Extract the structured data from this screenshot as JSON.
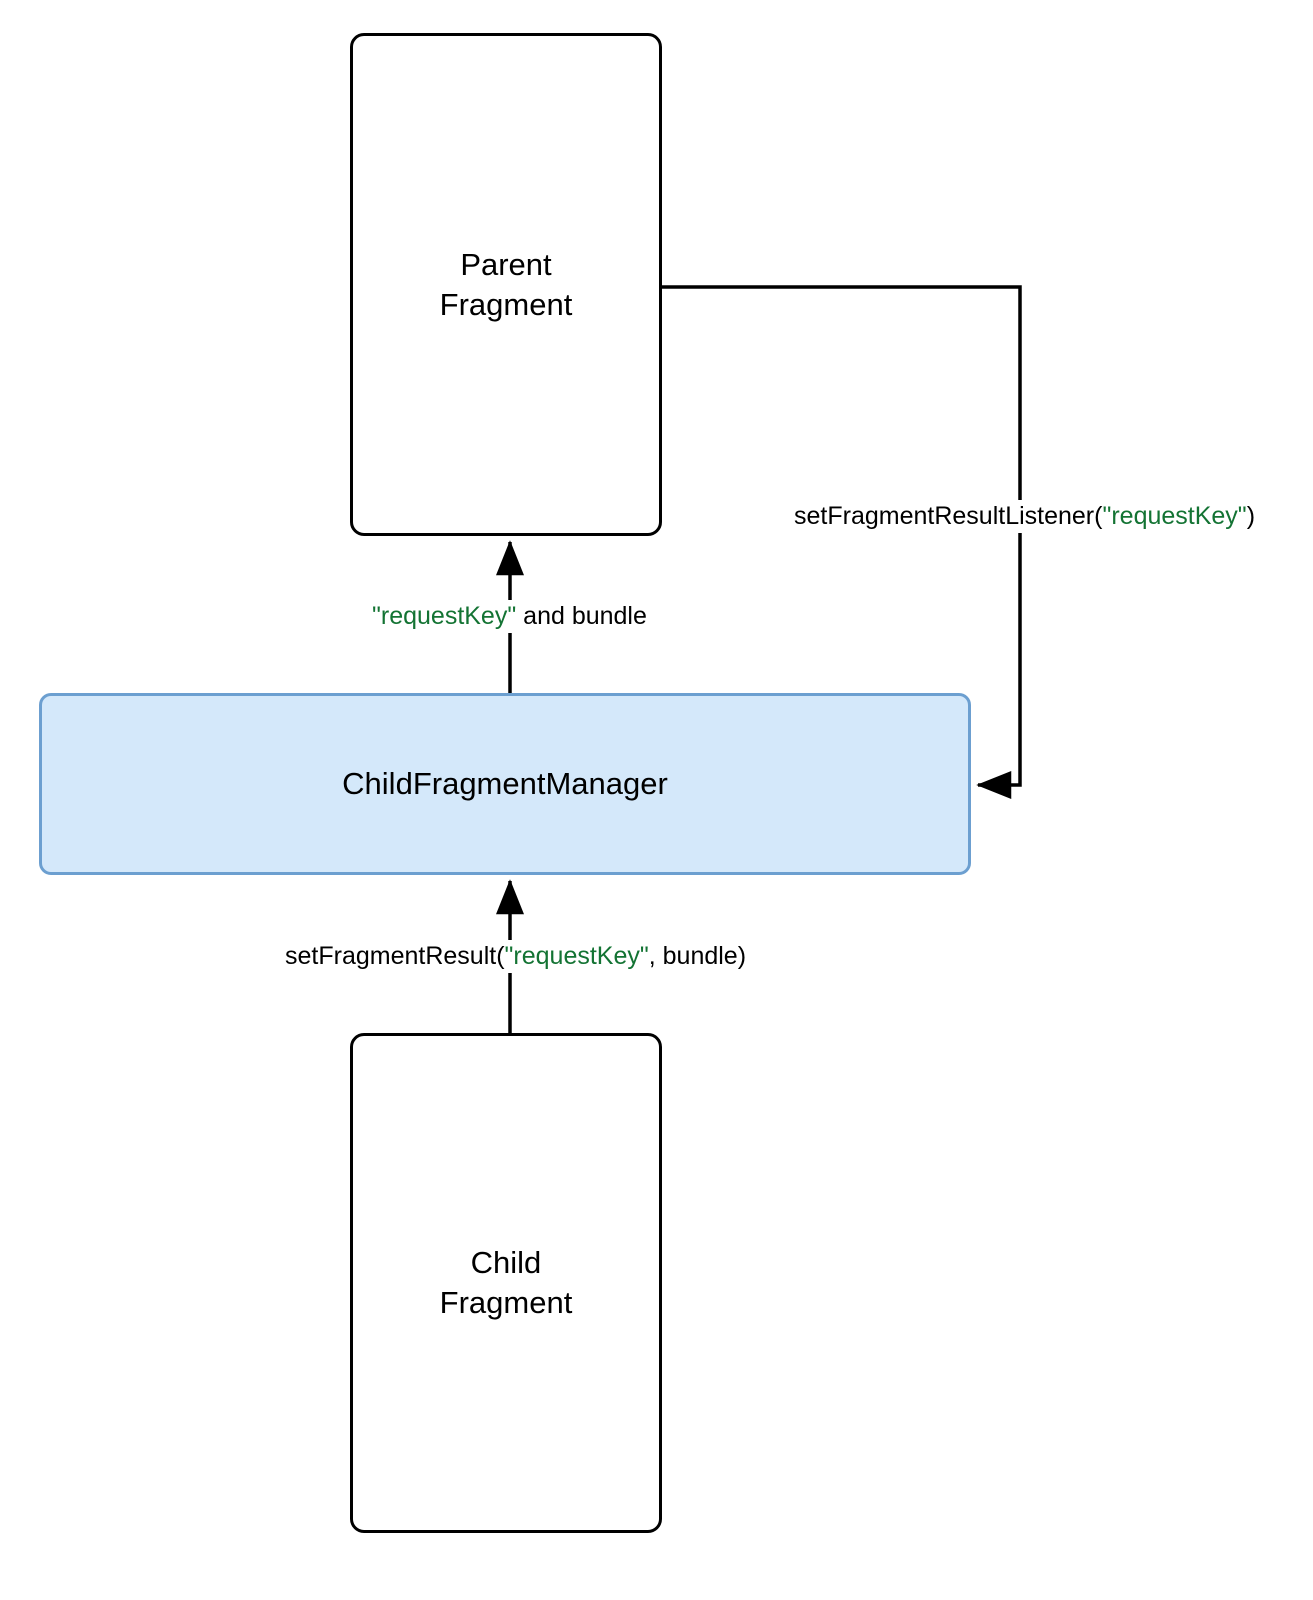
{
  "diagram": {
    "title": "Fragment Result API between Parent Fragment, ChildFragmentManager and Child Fragment",
    "background_color": "#ffffff",
    "accent_color": "#d4e8fa",
    "accent_border_color": "#6c9fd0",
    "key_text_color": "#137333",
    "stroke_color": "#000000"
  },
  "nodes": {
    "parent_fragment": {
      "label": "Parent\nFragment",
      "fill": "#ffffff",
      "border": "#000000"
    },
    "child_fragment_manager": {
      "label": "ChildFragmentManager",
      "fill": "#d4e8fa",
      "border": "#6c9fd0"
    },
    "child_fragment": {
      "label": "Child\nFragment",
      "fill": "#ffffff",
      "border": "#000000"
    }
  },
  "edges": {
    "listener": {
      "from": "parent_fragment",
      "to": "child_fragment_manager",
      "label_full": "setFragmentResultListener(\"requestKey\")",
      "label_prefix": "setFragmentResultListener(",
      "label_key": "\"requestKey\"",
      "label_suffix": ")"
    },
    "deliver_result": {
      "from": "child_fragment_manager",
      "to": "parent_fragment",
      "label_full": "\"requestKey\" and bundle",
      "label_prefix": "",
      "label_key": "\"requestKey\"",
      "label_suffix": " and bundle"
    },
    "set_result": {
      "from": "child_fragment",
      "to": "child_fragment_manager",
      "label_full": "setFragmentResult(\"requestKey\", bundle)",
      "label_prefix": "setFragmentResult(",
      "label_key": "\"requestKey\"",
      "label_suffix": ", bundle)"
    }
  }
}
